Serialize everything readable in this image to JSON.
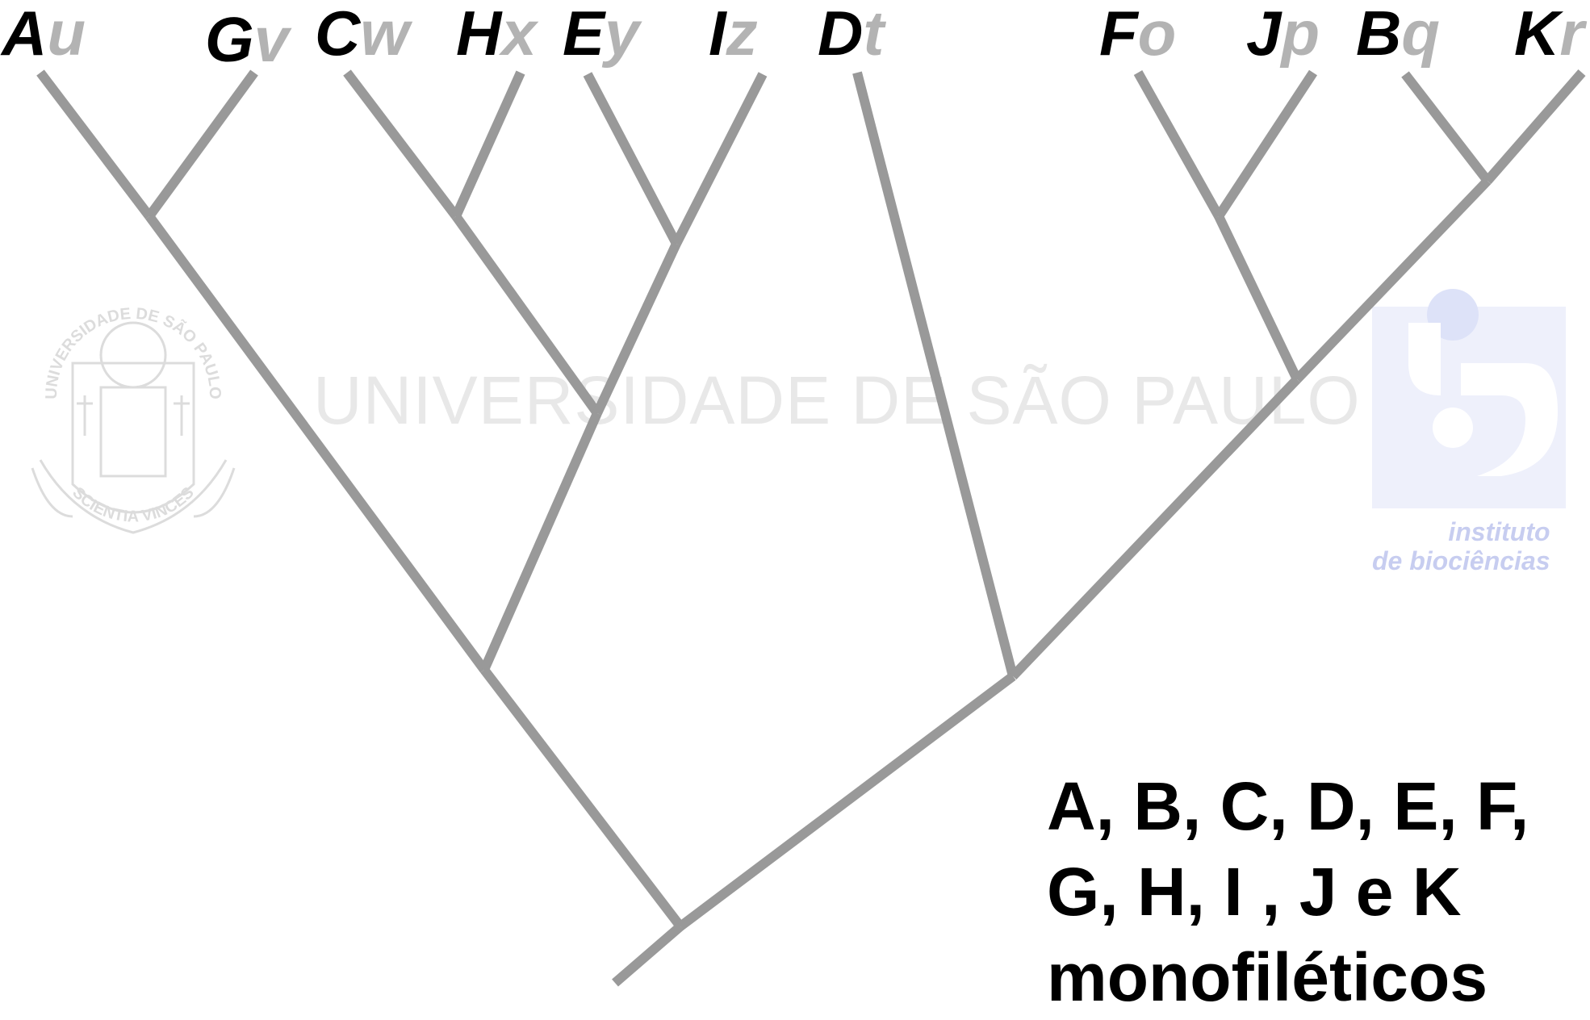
{
  "diagram": {
    "leaves": [
      {
        "id": "A",
        "upper": "A",
        "lower": "u"
      },
      {
        "id": "G",
        "upper": "G",
        "lower": "v"
      },
      {
        "id": "C",
        "upper": "C",
        "lower": "w"
      },
      {
        "id": "H",
        "upper": "H",
        "lower": "x"
      },
      {
        "id": "E",
        "upper": "E",
        "lower": "y"
      },
      {
        "id": "I",
        "upper": "I",
        "lower": "z"
      },
      {
        "id": "D",
        "upper": "D",
        "lower": "t"
      },
      {
        "id": "F",
        "upper": "F",
        "lower": "o"
      },
      {
        "id": "J",
        "upper": "J",
        "lower": "p"
      },
      {
        "id": "B",
        "upper": "B",
        "lower": "q"
      },
      {
        "id": "K",
        "upper": "K",
        "lower": "r"
      }
    ],
    "topology": "(((A,G),((C,H),(E,I))),(D,((F,J),(B,K))))",
    "branch_color": "#999999",
    "tip_upper_color": "#000000",
    "tip_lower_color": "#b3b3b3"
  },
  "caption": {
    "line1": "A, B, C, D, E, F,",
    "line2": "G, H, I , J e K",
    "line3": "monofiléticos"
  },
  "watermark": {
    "university_name": "UNIVERSIDADE DE SÃO PAULO",
    "seal_ring_top": "UNIVERSIDADE DE SÃO PAULO",
    "seal_ring_bottom": "SCIENTIA VINCES",
    "institute_line1": "instituto",
    "institute_line2": "de biociências",
    "color": "#e8e8e8",
    "institute_color": "#c7cdf0"
  }
}
